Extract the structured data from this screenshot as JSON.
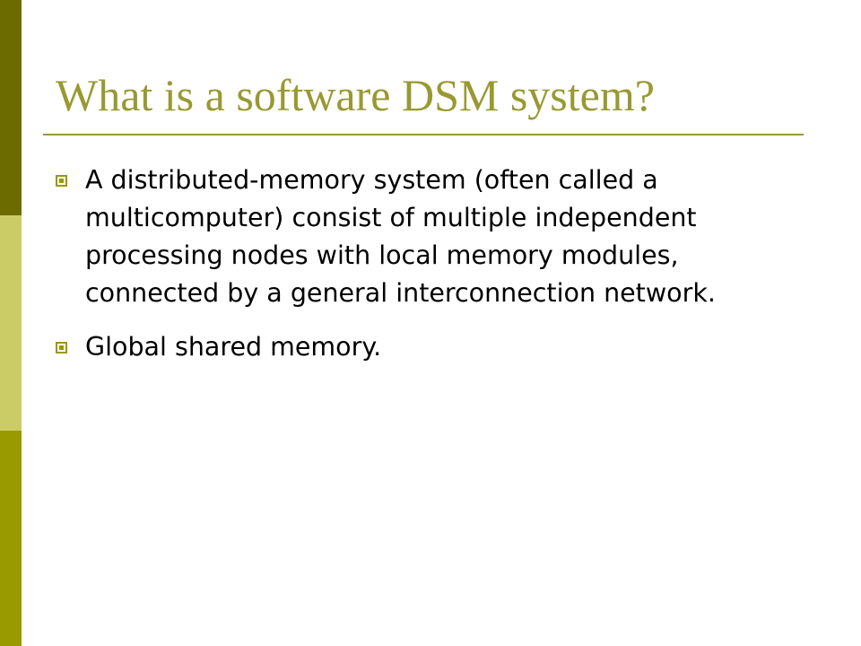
{
  "colors": {
    "title": "#999933",
    "rule": "#999933",
    "bullet": "#999900",
    "sidebar_top": "#6b6b00",
    "sidebar_middle": "#cccc66",
    "sidebar_bottom": "#999900"
  },
  "slide": {
    "title": "What is a software DSM system?",
    "bullets": [
      {
        "icon": "square-bullet-icon",
        "text": "A distributed-memory system (often called a multicomputer) consist of multiple independent processing nodes with local memory modules, connected by a general interconnection network."
      },
      {
        "icon": "square-bullet-icon",
        "text": "Global shared memory."
      }
    ]
  }
}
